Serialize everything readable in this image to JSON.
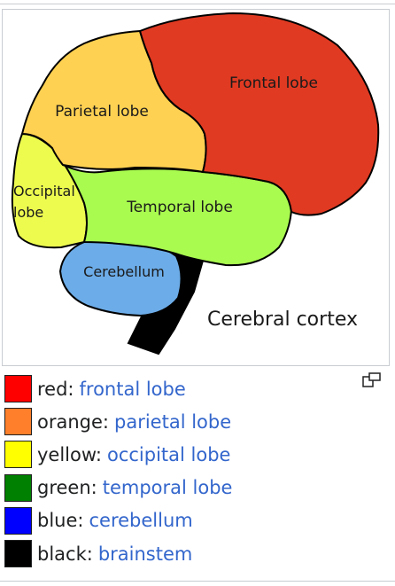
{
  "diagram": {
    "labels": {
      "frontal": "Frontal lobe",
      "parietal": "Parietal lobe",
      "occipital_line1": "Occipital",
      "occipital_line2": "lobe",
      "temporal": "Temporal lobe",
      "cerebellum": "Cerebellum",
      "cortex": "Cerebral cortex"
    },
    "colors": {
      "frontal": "#e03a22",
      "parietal": "#ffd152",
      "occipital": "#edfb4f",
      "temporal": "#a9fb4f",
      "cerebellum": "#6cace8",
      "brainstem": "#000000"
    }
  },
  "enlarge_icon": "enlarge-icon",
  "legend": [
    {
      "color_name": "red:",
      "region": "frontal lobe",
      "swatch": "#ff0000"
    },
    {
      "color_name": "orange:",
      "region": "parietal lobe",
      "swatch": "#ff7f2a"
    },
    {
      "color_name": "yellow:",
      "region": "occipital lobe",
      "swatch": "#ffff00"
    },
    {
      "color_name": "green:",
      "region": "temporal lobe",
      "swatch": "#008000"
    },
    {
      "color_name": "blue:",
      "region": "cerebellum",
      "swatch": "#0000ff"
    },
    {
      "color_name": "black:",
      "region": "brainstem",
      "swatch": "#000000"
    }
  ]
}
